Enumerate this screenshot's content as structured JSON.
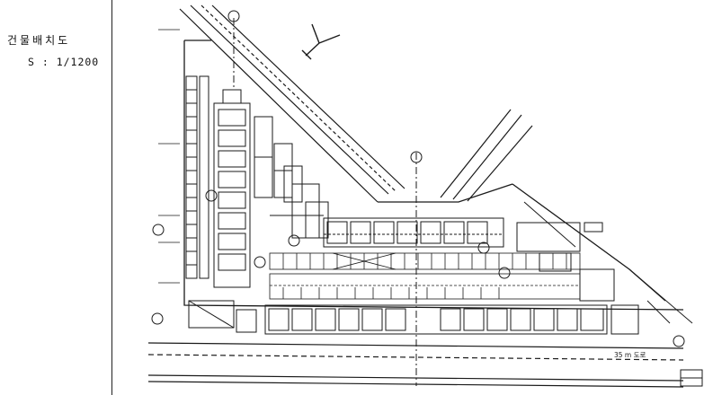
{
  "legend": {
    "title": "건물배치도",
    "scale": "S : 1/1200"
  },
  "plan": {
    "road_label": "35 m 도로"
  },
  "colors": {
    "ink": "#1a1a1a",
    "paper": "#ffffff"
  }
}
